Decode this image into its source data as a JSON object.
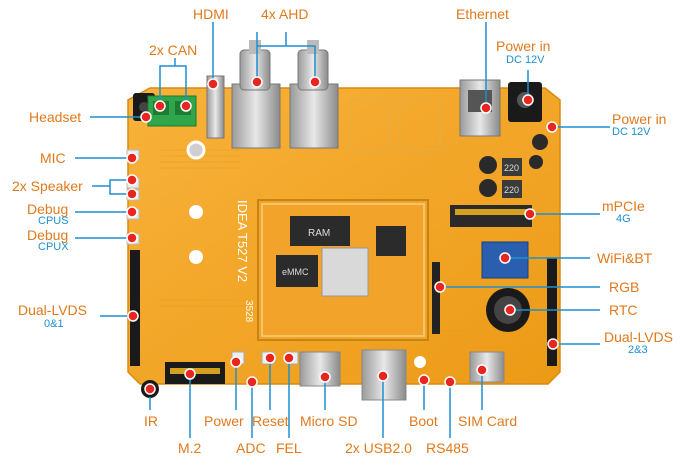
{
  "labels": {
    "hdmi": "HDMI",
    "ahd": "4x AHD",
    "ethernet": "Ethernet",
    "power_in_top": "Power in",
    "power_in_top_sub": "DC 12V",
    "can": "2x CAN",
    "headset": "Headset",
    "power_in_right": "Power in",
    "power_in_right_sub": "DC 12V",
    "mic": "MIC",
    "speaker": "2x Speaker",
    "debug_cpus": "Debug",
    "debug_cpus_sub": "CPUS",
    "debug_cpux": "Debug",
    "debug_cpux_sub": "CPUX",
    "mpcie": "mPCIe",
    "mpcie_sub": "4G",
    "wifi": "WiFi&BT",
    "rgb": "RGB",
    "rtc": "RTC",
    "lvds_left": "Dual-LVDS",
    "lvds_left_sub": "0&1",
    "lvds_right": "Dual-LVDS",
    "lvds_right_sub": "2&3",
    "ir": "IR",
    "m2": "M.2",
    "power_btn": "Power",
    "adc": "ADC",
    "reset": "Reset",
    "fel": "FEL",
    "microsd": "Micro SD",
    "usb": "2x USB2.0",
    "boot": "Boot",
    "rs485": "RS485",
    "simcard": "SIM Card"
  },
  "board": {
    "silk_model": "IDEA T527 V2",
    "silk_code": "3528",
    "ram_chip": "RAM",
    "emmc_chip": "eMMC",
    "inductor_1": "220",
    "inductor_2": "220"
  },
  "colors": {
    "pcb": "#f5a623",
    "label": "#e07a1c",
    "sublabel": "#1e8fd0",
    "marker": "#e8251f"
  }
}
